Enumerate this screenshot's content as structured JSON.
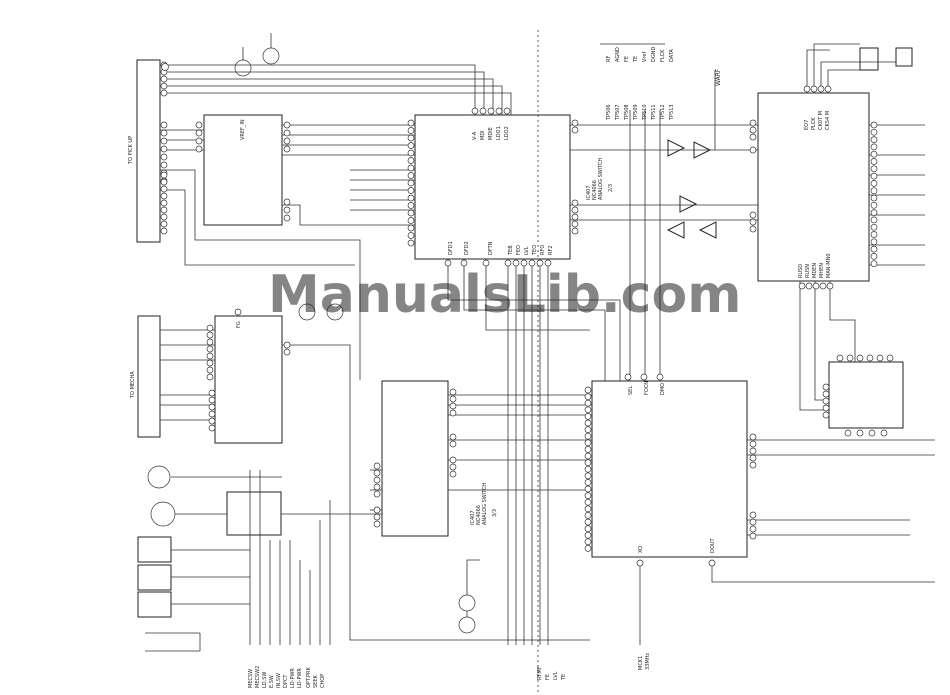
{
  "watermark": "ManualsLib.com",
  "connectors": {
    "pickup": "TO PICK UP",
    "mecha": "TO MECHA"
  },
  "ic_top": {
    "label": "VREF_IN",
    "pins": [
      "V-A",
      "MDI",
      "MDIE",
      "LDO1",
      "LDO2"
    ],
    "bottom_pins": [
      "DFD1",
      "DFD2",
      "DFTN",
      "TEB",
      "FEO",
      "LVL",
      "TEO",
      "RFO",
      "RF2"
    ]
  },
  "ic_fg": {
    "label": "FG"
  },
  "analog_switch_top": {
    "ref": "IC407",
    "name": "ANALOG SWITCH",
    "part": "NC4066",
    "fraction": "2/3"
  },
  "analog_switch_bottom": {
    "ref": "IC407",
    "name": "ANALOG SWITCH",
    "part": "NC4066",
    "fraction": "3/3"
  },
  "test_points": [
    "TP506",
    "TP507",
    "TP508",
    "TP509",
    "TP510",
    "TP511",
    "TP512",
    "TP513"
  ],
  "test_signals": [
    "RF",
    "AGND",
    "FE",
    "TE",
    "Vref",
    "DGND",
    "FLCK",
    "DATA"
  ],
  "warf": "WARF",
  "dsp": {
    "top_pins": [
      "EO7",
      "PLCK",
      "CK0T M",
      "CKS4 M"
    ],
    "bottom_pins": [
      "RUSD",
      "RUSN",
      "MDEN",
      "MHEN",
      "MAN-MN0"
    ]
  },
  "servo": {
    "pins": [
      "SEL",
      "FOCN",
      "DMO"
    ],
    "xo": "XO",
    "dout": "DOUT"
  },
  "bottom_signals": [
    "MECSW",
    "MECSW2",
    "LD.SW",
    "E.SW",
    "IN.SW",
    "DPCT",
    "LD-PWR",
    "LD-PWR",
    "OPT.PRK",
    "SEEK",
    "CHOP"
  ],
  "right_bottom_signals": [
    "RFMF",
    "FE",
    "LVL",
    "TE"
  ],
  "clock": {
    "name": "MCK1",
    "freq": "33MHz"
  }
}
